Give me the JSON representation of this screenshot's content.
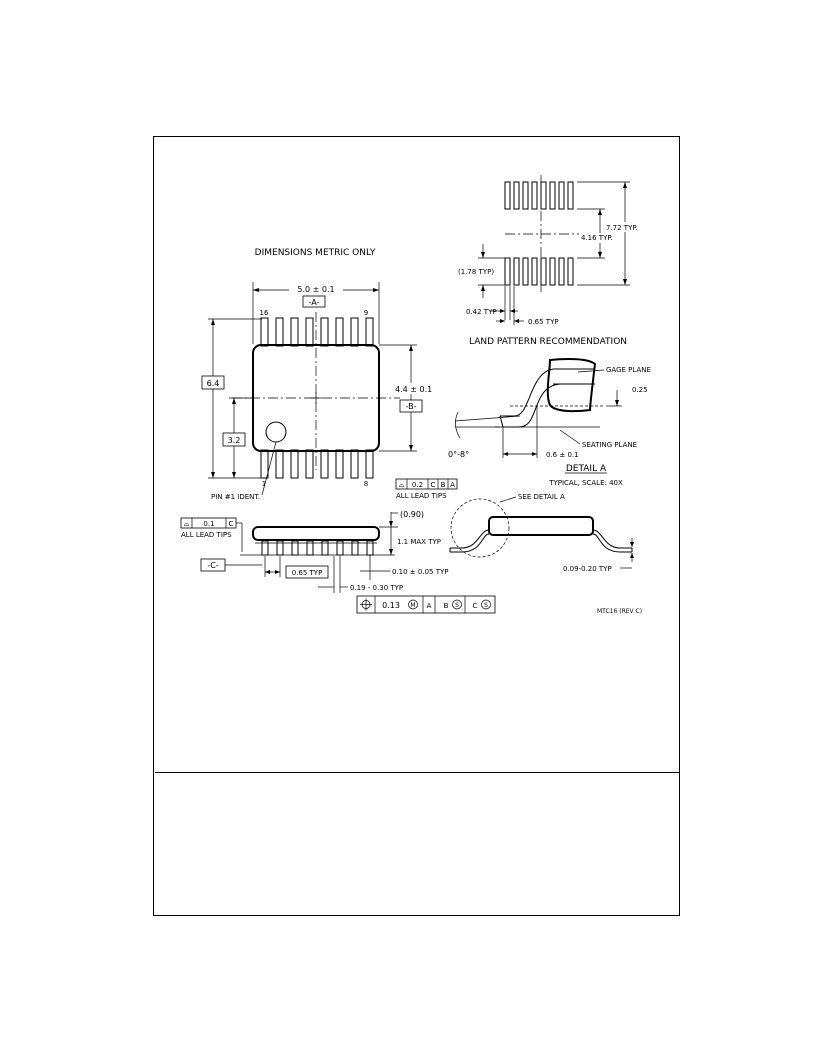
{
  "drawing": {
    "title": "DIMENSIONS METRIC ONLY",
    "datum_a": "-A-",
    "datum_b": "-B-",
    "datum_c": "-C-",
    "pin_16": "16",
    "pin_9": "9",
    "pin_1": "1",
    "pin_8": "8",
    "pin1_ident": "PIN #1 IDENT.",
    "dim_body_width": "5.0 ± 0.1",
    "dim_overall_height": "6.4",
    "dim_half_height": "3.2",
    "dim_body_height": "4.4 ± 0.1",
    "fcf_flat_symbol": "⌓",
    "fcf_top_value": "0.2",
    "fcf_top_c": "C",
    "fcf_top_b": "B",
    "fcf_top_a": "A",
    "all_lead_tips": "ALL LEAD TIPS",
    "fcf_side_value": "0.1",
    "fcf_side_c": "C",
    "dim_090": "(0.90)",
    "dim_max_height": "1.1 MAX TYP",
    "dim_standoff": "0.10 ± 0.05 TYP",
    "dim_pitch": "0.65 TYP",
    "dim_lead_width": "0.19 - 0.30 TYP",
    "fcf_pos_symbol": "⌖",
    "fcf_pos_value": "0.13",
    "fcf_pos_m": "M",
    "fcf_pos_a": "A",
    "fcf_pos_b": "B",
    "fcf_pos_s1": "S",
    "fcf_pos_c": "C",
    "fcf_pos_s2": "S",
    "land_pattern_title": "LAND PATTERN RECOMMENDATION",
    "lp_772": "7.72 TYP.",
    "lp_416": "4.16 TYP.",
    "lp_178": "(1.78 TYP)",
    "lp_042": "0.42 TYP",
    "lp_065": "0.65 TYP",
    "gage_plane": "GAGE PLANE",
    "dim_025": "0.25",
    "seating_plane": "SEATING PLANE",
    "angle": "0°-8°",
    "dim_foot": "0.6 ± 0.1",
    "detail_title": "DETAIL A",
    "detail_scale": "TYPICAL, SCALE: 40X",
    "see_detail": "SEE DETAIL A",
    "lead_thickness": "0.09-0.20 TYP",
    "drawing_code": "MTC16 (REV C)"
  }
}
